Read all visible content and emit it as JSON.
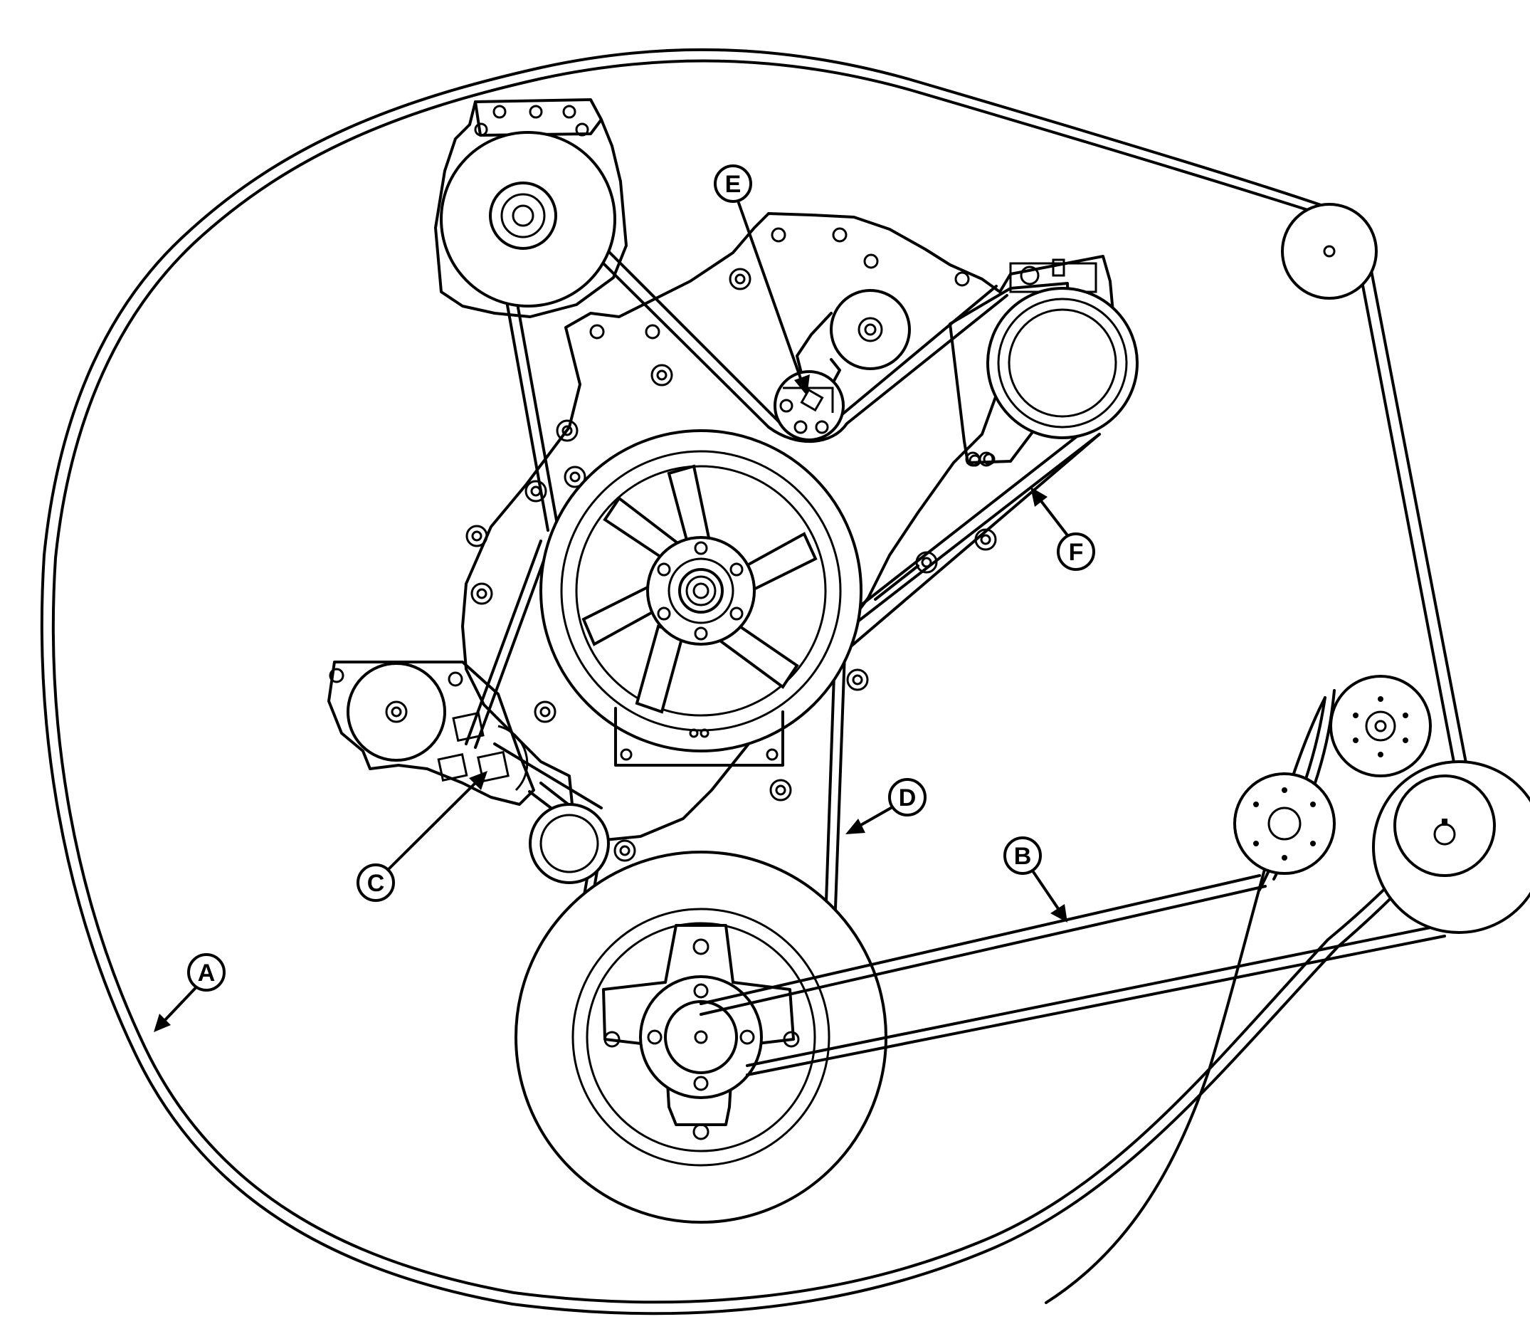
{
  "callouts": [
    {
      "id": "A",
      "text": "A"
    },
    {
      "id": "B",
      "text": "B"
    },
    {
      "id": "C",
      "text": "C"
    },
    {
      "id": "D",
      "text": "D"
    },
    {
      "id": "E",
      "text": "E"
    },
    {
      "id": "F",
      "text": "F"
    }
  ],
  "colors": {
    "line": "#000000",
    "background": "#ffffff"
  }
}
